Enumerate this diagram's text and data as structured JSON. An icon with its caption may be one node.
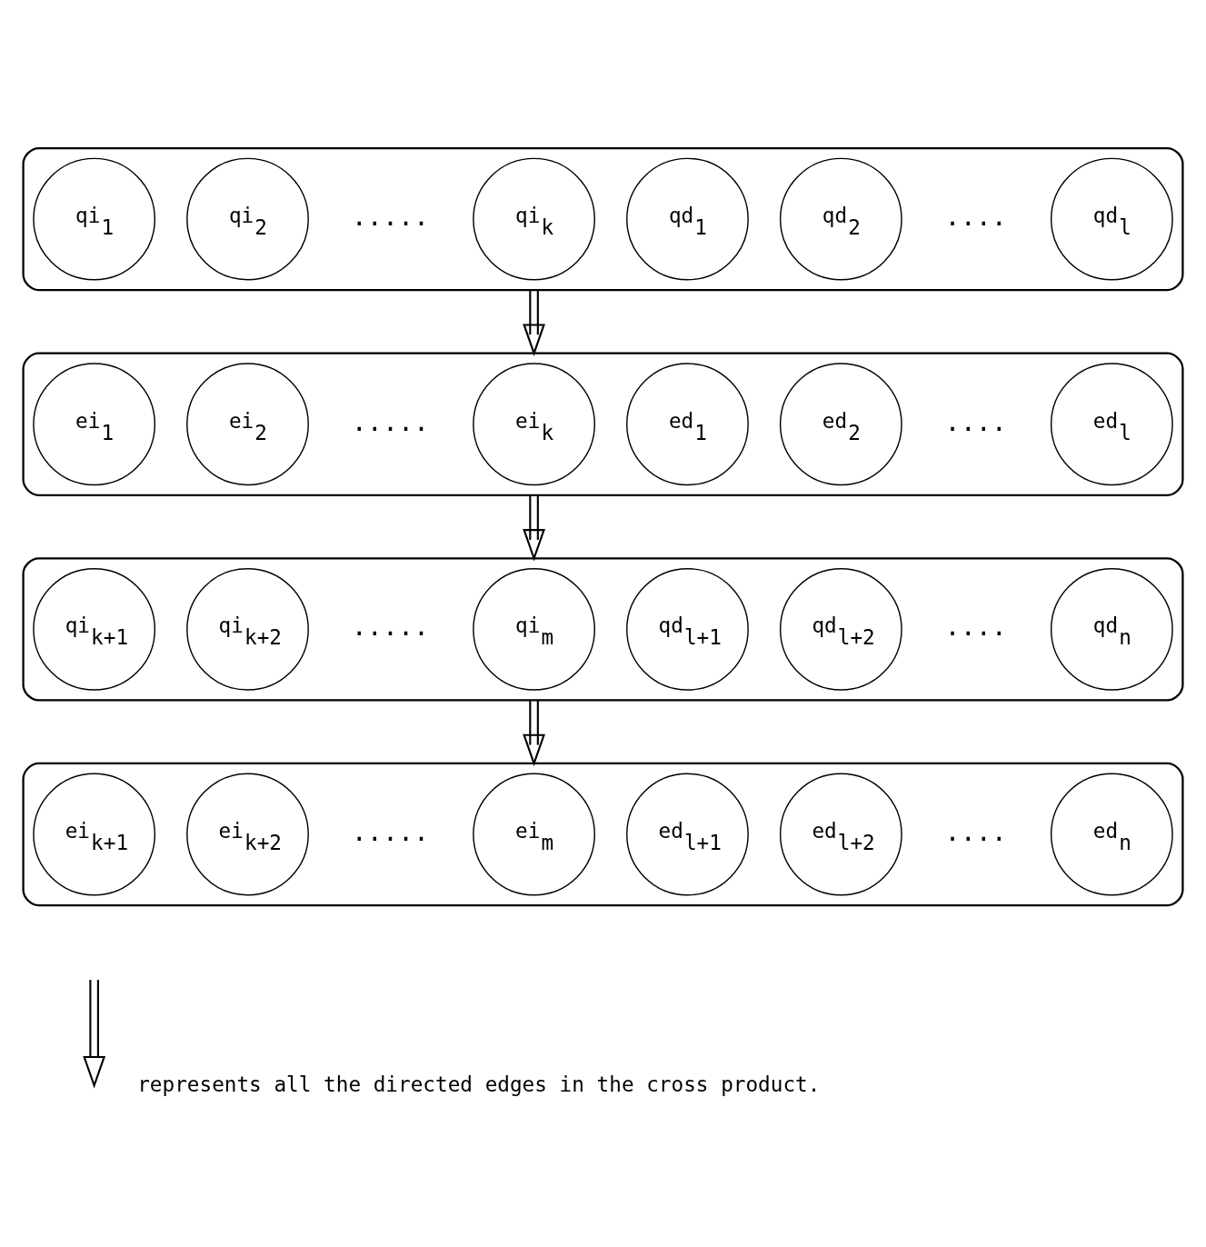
{
  "diagram": {
    "nodes": [
      {
        "text": [],
        "shape": "band"
      },
      {
        "text": [
          "qi$_{1}$"
        ],
        "in": 0
      },
      {
        "text": [
          "qi$_{2}$"
        ],
        "in": 0
      },
      {
        "text": [
          "qi$_{k}$"
        ],
        "in": 0
      },
      {
        "text": [
          "qd$_{1}$"
        ],
        "in": 0
      },
      {
        "text": [
          "qd$_{2}$"
        ],
        "in": 0
      },
      {
        "text": [
          "qd$_{l}$"
        ],
        "in": 0
      },
      {
        "text": [],
        "shape": "band"
      },
      {
        "text": [
          "ei$_{1}$"
        ],
        "in": 7
      },
      {
        "text": [
          "ei$_{2}$"
        ],
        "in": 7
      },
      {
        "text": [
          "ei$_{k}$"
        ],
        "in": 7
      },
      {
        "text": [
          "ed$_{1}$"
        ],
        "in": 7
      },
      {
        "text": [
          "ed$_{2}$"
        ],
        "in": 7
      },
      {
        "text": [
          "ed$_{l}$"
        ],
        "in": 7
      },
      {
        "text": [],
        "shape": "band"
      },
      {
        "text": [
          "qi$_{k+1}$"
        ],
        "in": 14
      },
      {
        "text": [
          "qi$_{k+2}$"
        ],
        "in": 14
      },
      {
        "text": [
          "qi$_{m}$"
        ],
        "in": 14
      },
      {
        "text": [
          "qd$_{l+1}$"
        ],
        "in": 14
      },
      {
        "text": [
          "qd$_{l+2}$"
        ],
        "in": 14
      },
      {
        "text": [
          "qd$_{n}$"
        ],
        "in": 14
      },
      {
        "text": [],
        "shape": "band"
      },
      {
        "text": [
          "ei$_{k+1}$"
        ],
        "in": 21
      },
      {
        "text": [
          "ei$_{k+2}$"
        ],
        "in": 21
      },
      {
        "text": [
          "ei$_{m}$"
        ],
        "in": 21
      },
      {
        "text": [
          "ed$_{l+1}$"
        ],
        "in": 21
      },
      {
        "text": [
          "ed$_{l+2}$"
        ],
        "in": 21
      },
      {
        "text": [
          "ed$_{n}$"
        ],
        "in": 21
      }
    ],
    "edges": [
      {
        "from": 0,
        "to": 7,
        "arrow": "to"
      },
      {
        "from": 7,
        "to": 14,
        "arrow": "to"
      },
      {
        "from": 14,
        "to": 21,
        "arrow": "to"
      }
    ],
    "labels": [
      ".....",
      "....",
      ".....",
      "....",
      ".....",
      "....",
      ".....",
      "...."
    ],
    "legend": [
      {
        "text": "represents all the directed edges in the cross product."
      }
    ]
  }
}
